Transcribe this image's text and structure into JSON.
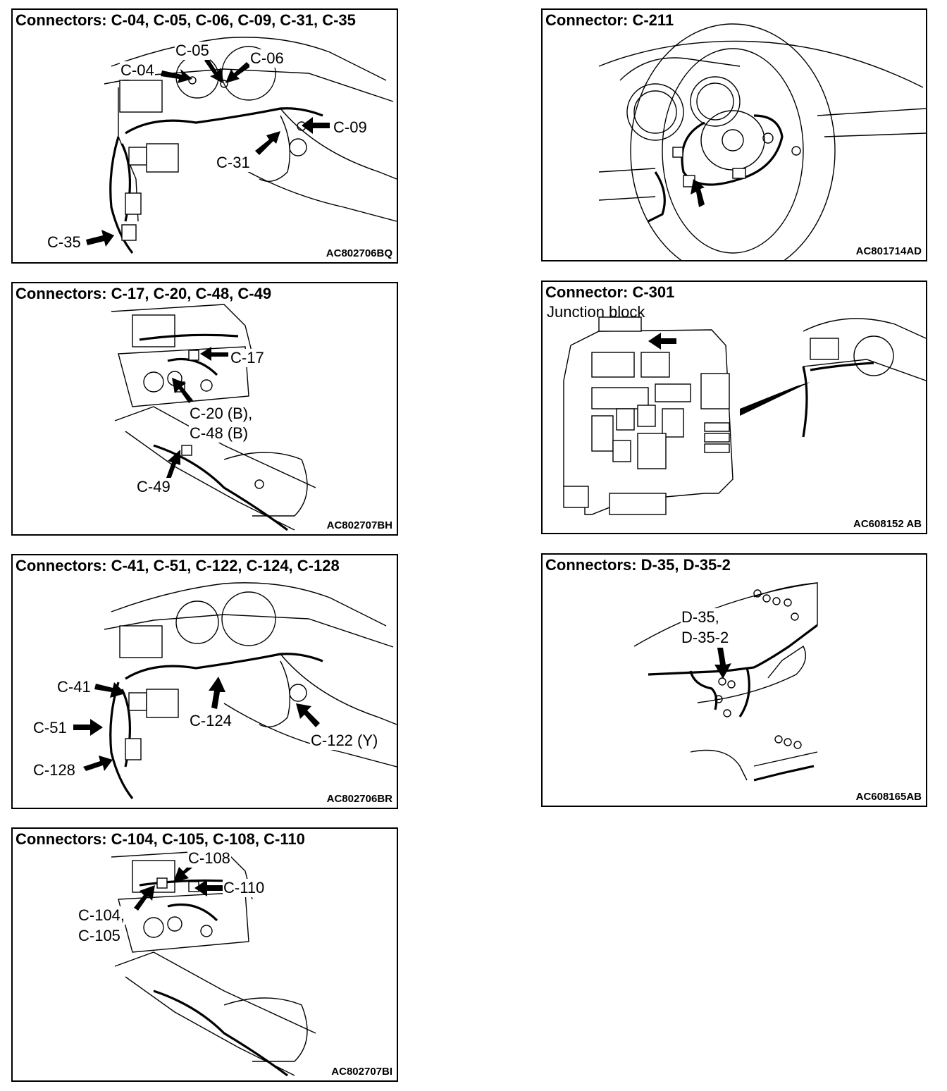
{
  "panels": [
    {
      "id": "p1",
      "title": "Connectors: C-04, C-05, C-06, C-09, C-31, C-35",
      "code": "AC802706BQ",
      "labels": [
        "C-05",
        "C-04",
        "C-06",
        "C-09",
        "C-31",
        "C-35"
      ]
    },
    {
      "id": "p2",
      "title": "Connector: C-211",
      "code": "AC801714AD",
      "labels": []
    },
    {
      "id": "p3",
      "title": "Connectors: C-17, C-20, C-48, C-49",
      "code": "AC802707BH",
      "labels": [
        "C-17",
        "C-20 (B),",
        "C-48 (B)",
        "C-49"
      ]
    },
    {
      "id": "p4",
      "title": "Connector: C-301",
      "subtitle": "Junction block",
      "code": "AC608152 AB",
      "labels": []
    },
    {
      "id": "p5",
      "title": "Connectors: C-41, C-51, C-122, C-124, C-128",
      "code": "AC802706BR",
      "labels": [
        "C-41",
        "C-51",
        "C-124",
        "C-122 (Y)",
        "C-128"
      ]
    },
    {
      "id": "p6",
      "title": "Connectors: D-35, D-35-2",
      "code": "AC608165AB",
      "labels": [
        "D-35,",
        "D-35-2"
      ]
    },
    {
      "id": "p7",
      "title": "Connectors: C-104, C-105, C-108, C-110",
      "code": "AC802707BI",
      "labels": [
        "C-108",
        "C-110",
        "C-104,",
        "C-105"
      ]
    }
  ]
}
